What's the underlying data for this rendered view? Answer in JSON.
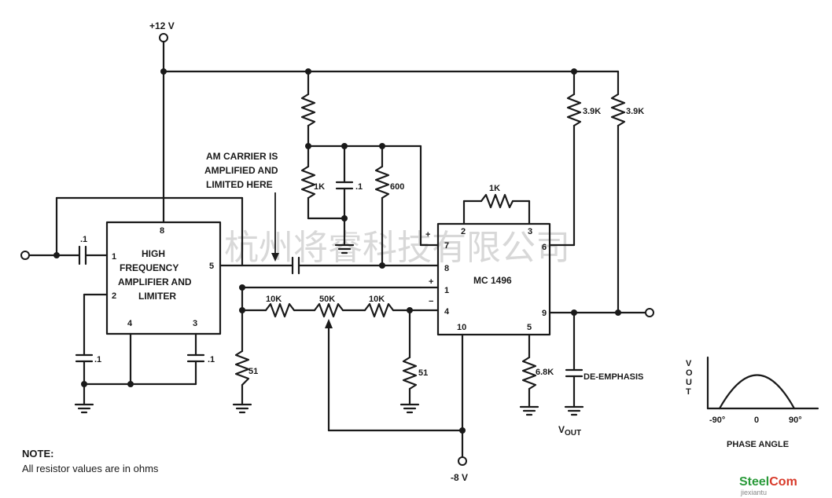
{
  "supply": {
    "positive": "+12 V",
    "negative": "-8 V"
  },
  "ic1": {
    "label_line1": "HIGH",
    "label_line2": "FREQUENCY",
    "label_line3": "AMPLIFIER AND",
    "label_line4": "LIMITER",
    "pins": {
      "p1": "1",
      "p2": "2",
      "p3": "3",
      "p4": "4",
      "p5": "5",
      "p8": "8"
    }
  },
  "ic2": {
    "label": "MC 1496",
    "pins": {
      "p1": "1",
      "p2": "2",
      "p3": "3",
      "p4": "4",
      "p5": "5",
      "p6": "6",
      "p7": "7",
      "p8": "8",
      "p9": "9",
      "p10": "10"
    },
    "plus_top": "+",
    "plus_mid": "+",
    "minus_mid": "−"
  },
  "components": {
    "c_in": ".1",
    "c_pin2": ".1",
    "c_pin3": ".1",
    "r_1k_bias": "1K",
    "c_bias": ".1",
    "r_600": "600",
    "r_1k_fb": "1K",
    "r_39k_a": "3.9K",
    "r_39k_b": "3.9K",
    "r_10k_a": "10K",
    "r_50k": "50K",
    "r_10k_b": "10K",
    "r_51_a": "51",
    "r_51_b": "51",
    "r_68k": "6.8K",
    "c_deemph": "DE-EMPHASIS"
  },
  "annotation": {
    "line1": "AM CARRIER IS",
    "line2": "AMPLIFIED AND",
    "line3": "LIMITED HERE"
  },
  "output": {
    "v": "V",
    "sub": "OUT"
  },
  "inset": {
    "ylabel": "VOUT",
    "xlabel": "PHASE ANGLE",
    "tick_left": "-90°",
    "tick_mid": "0",
    "tick_right": "90°"
  },
  "note": {
    "title": "NOTE:",
    "text": "All resistor values are in ohms"
  },
  "watermark": "杭州将睿科技有限公司",
  "logo": {
    "main": "SteelCom",
    "sub": "jiexiantu"
  }
}
